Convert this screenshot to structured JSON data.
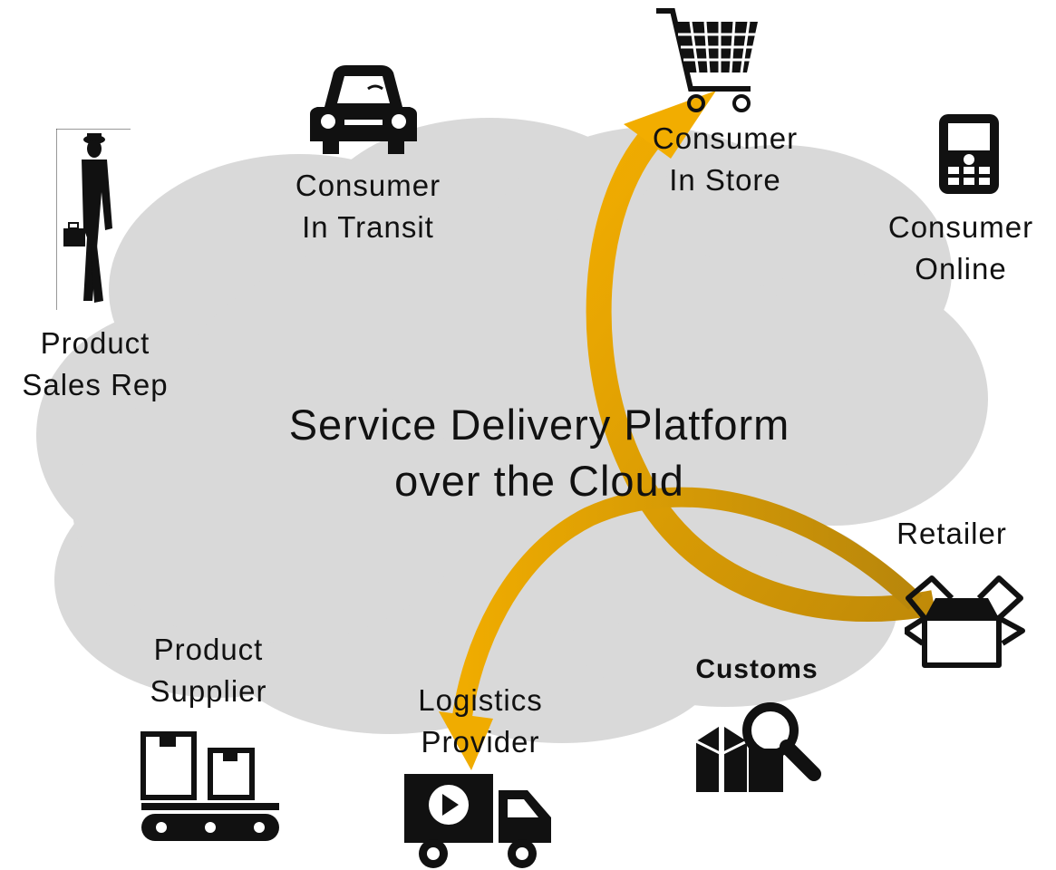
{
  "diagram": {
    "center_title": {
      "line1": "Service Delivery Platform",
      "line2": "over the Cloud"
    },
    "nodes": {
      "sales_rep": {
        "line1": "Product",
        "line2": "Sales Rep",
        "icon": "businessman-icon"
      },
      "in_transit": {
        "line1": "Consumer",
        "line2": "In Transit",
        "icon": "car-icon"
      },
      "in_store": {
        "line1": "Consumer",
        "line2": "In Store",
        "icon": "shopping-cart-icon"
      },
      "online": {
        "line1": "Consumer",
        "line2": "Online",
        "icon": "mobile-phone-icon"
      },
      "retailer": {
        "line1": "Retailer",
        "icon": "open-box-icon"
      },
      "customs": {
        "line1": "Customs",
        "icon": "package-search-icon"
      },
      "logistics": {
        "line1": "Logistics",
        "line2": "Provider",
        "icon": "delivery-truck-icon"
      },
      "supplier": {
        "line1": "Product",
        "line2": "Supplier",
        "icon": "conveyor-belt-icon"
      }
    },
    "colors": {
      "cloud": "#d9d9d9",
      "arrow_primary": "#f0ac00",
      "arrow_dark": "#b8860b",
      "icon": "#111111"
    }
  }
}
